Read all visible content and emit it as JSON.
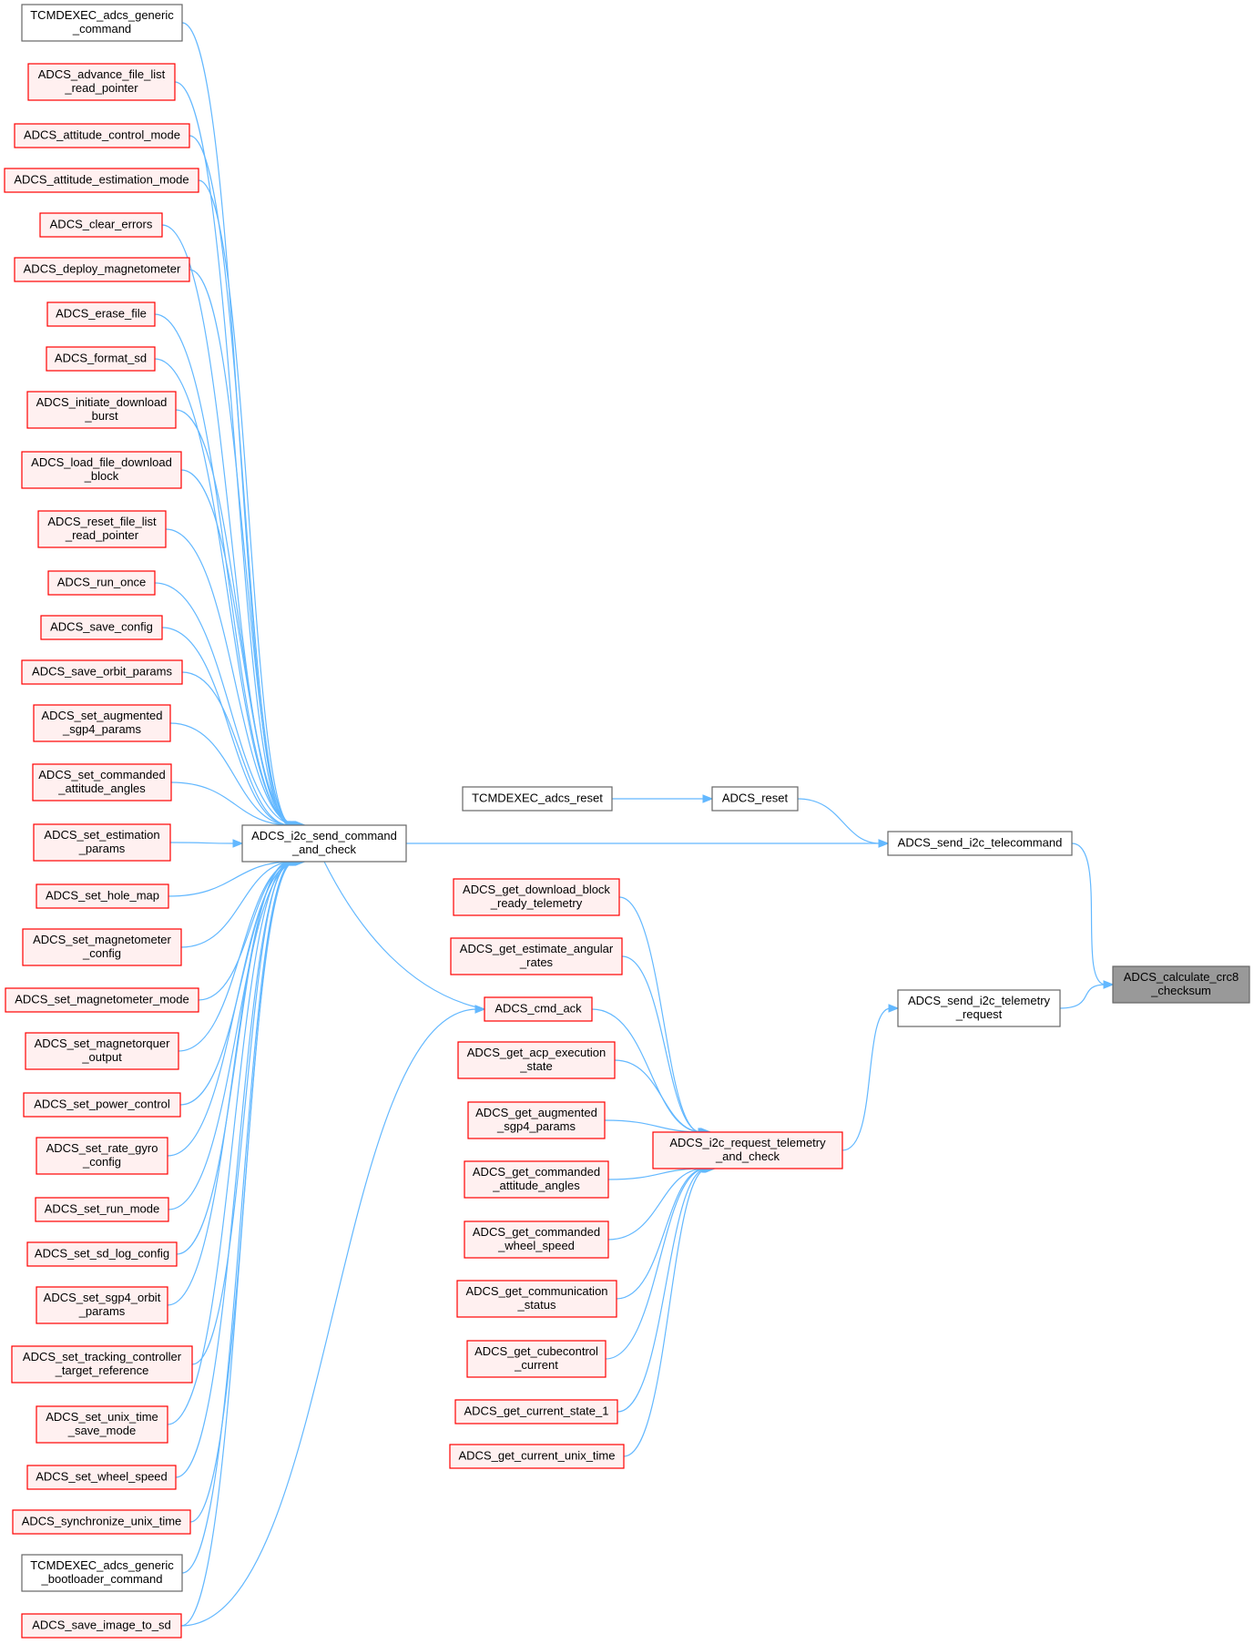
{
  "colors": {
    "edge": "#63b8ff",
    "node_red_border": "#ff0000",
    "node_red_fill": "#fff0f0",
    "node_plain_border": "#666666",
    "node_plain_fill": "#ffffff",
    "node_target_fill": "#999999",
    "node_target_border": "#666666"
  },
  "nodes": {
    "tcmdexec_generic": {
      "lines": [
        "TCMDEXEC_adcs_generic",
        "_command"
      ],
      "style": "plain"
    },
    "advance_file_list": {
      "lines": [
        "ADCS_advance_file_list",
        "_read_pointer"
      ],
      "style": "red"
    },
    "attitude_control_mode": {
      "lines": [
        "ADCS_attitude_control_mode"
      ],
      "style": "red"
    },
    "attitude_estimation_mode": {
      "lines": [
        "ADCS_attitude_estimation_mode"
      ],
      "style": "red"
    },
    "clear_errors": {
      "lines": [
        "ADCS_clear_errors"
      ],
      "style": "red"
    },
    "deploy_magnetometer": {
      "lines": [
        "ADCS_deploy_magnetometer"
      ],
      "style": "red"
    },
    "erase_file": {
      "lines": [
        "ADCS_erase_file"
      ],
      "style": "red"
    },
    "format_sd": {
      "lines": [
        "ADCS_format_sd"
      ],
      "style": "red"
    },
    "initiate_download": {
      "lines": [
        "ADCS_initiate_download",
        "_burst"
      ],
      "style": "red"
    },
    "load_file_download": {
      "lines": [
        "ADCS_load_file_download",
        "_block"
      ],
      "style": "red"
    },
    "reset_file_list": {
      "lines": [
        "ADCS_reset_file_list",
        "_read_pointer"
      ],
      "style": "red"
    },
    "run_once": {
      "lines": [
        "ADCS_run_once"
      ],
      "style": "red"
    },
    "save_config": {
      "lines": [
        "ADCS_save_config"
      ],
      "style": "red"
    },
    "save_orbit_params": {
      "lines": [
        "ADCS_save_orbit_params"
      ],
      "style": "red"
    },
    "set_augmented": {
      "lines": [
        "ADCS_set_augmented",
        "_sgp4_params"
      ],
      "style": "red"
    },
    "set_commanded": {
      "lines": [
        "ADCS_set_commanded",
        "_attitude_angles"
      ],
      "style": "red"
    },
    "set_estimation": {
      "lines": [
        "ADCS_set_estimation",
        "_params"
      ],
      "style": "red"
    },
    "set_hole_map": {
      "lines": [
        "ADCS_set_hole_map"
      ],
      "style": "red"
    },
    "set_magnetometer_config": {
      "lines": [
        "ADCS_set_magnetometer",
        "_config"
      ],
      "style": "red"
    },
    "set_magnetometer_mode": {
      "lines": [
        "ADCS_set_magnetometer_mode"
      ],
      "style": "red"
    },
    "set_magnetorquer": {
      "lines": [
        "ADCS_set_magnetorquer",
        "_output"
      ],
      "style": "red"
    },
    "set_power_control": {
      "lines": [
        "ADCS_set_power_control"
      ],
      "style": "red"
    },
    "set_rate_gyro": {
      "lines": [
        "ADCS_set_rate_gyro",
        "_config"
      ],
      "style": "red"
    },
    "set_run_mode": {
      "lines": [
        "ADCS_set_run_mode"
      ],
      "style": "red"
    },
    "set_sd_log": {
      "lines": [
        "ADCS_set_sd_log_config"
      ],
      "style": "red"
    },
    "set_sgp4_orbit": {
      "lines": [
        "ADCS_set_sgp4_orbit",
        "_params"
      ],
      "style": "red"
    },
    "set_tracking": {
      "lines": [
        "ADCS_set_tracking_controller",
        "_target_reference"
      ],
      "style": "red"
    },
    "set_unix_time": {
      "lines": [
        "ADCS_set_unix_time",
        "_save_mode"
      ],
      "style": "red"
    },
    "set_wheel_speed": {
      "lines": [
        "ADCS_set_wheel_speed"
      ],
      "style": "red"
    },
    "synchronize_unix": {
      "lines": [
        "ADCS_synchronize_unix_time"
      ],
      "style": "red"
    },
    "tcmdexec_bootloader": {
      "lines": [
        "TCMDEXEC_adcs_generic",
        "_bootloader_command"
      ],
      "style": "plain"
    },
    "save_image": {
      "lines": [
        "ADCS_save_image_to_sd"
      ],
      "style": "red"
    },
    "i2c_send": {
      "lines": [
        "ADCS_i2c_send_command",
        "_and_check"
      ],
      "style": "plain"
    },
    "tcmdexec_reset": {
      "lines": [
        "TCMDEXEC_adcs_reset"
      ],
      "style": "plain"
    },
    "adcs_reset": {
      "lines": [
        "ADCS_reset"
      ],
      "style": "plain"
    },
    "send_telecommand": {
      "lines": [
        "ADCS_send_i2c_telecommand"
      ],
      "style": "plain"
    },
    "get_download_block": {
      "lines": [
        "ADCS_get_download_block",
        "_ready_telemetry"
      ],
      "style": "red"
    },
    "get_estimate_angular": {
      "lines": [
        "ADCS_get_estimate_angular",
        "_rates"
      ],
      "style": "red"
    },
    "cmd_ack": {
      "lines": [
        "ADCS_cmd_ack"
      ],
      "style": "red"
    },
    "get_acp_execution": {
      "lines": [
        "ADCS_get_acp_execution",
        "_state"
      ],
      "style": "red"
    },
    "get_augmented": {
      "lines": [
        "ADCS_get_augmented",
        "_sgp4_params"
      ],
      "style": "red"
    },
    "get_commanded_attitude": {
      "lines": [
        "ADCS_get_commanded",
        "_attitude_angles"
      ],
      "style": "red"
    },
    "get_commanded_wheel": {
      "lines": [
        "ADCS_get_commanded",
        "_wheel_speed"
      ],
      "style": "red"
    },
    "get_communication": {
      "lines": [
        "ADCS_get_communication",
        "_status"
      ],
      "style": "red"
    },
    "get_cubecontrol": {
      "lines": [
        "ADCS_get_cubecontrol",
        "_current"
      ],
      "style": "red"
    },
    "get_current_state": {
      "lines": [
        "ADCS_get_current_state_1"
      ],
      "style": "red"
    },
    "get_current_unix": {
      "lines": [
        "ADCS_get_current_unix_time"
      ],
      "style": "red"
    },
    "i2c_request": {
      "lines": [
        "ADCS_i2c_request_telemetry",
        "_and_check"
      ],
      "style": "red"
    },
    "send_telemetry_request": {
      "lines": [
        "ADCS_send_i2c_telemetry",
        "_request"
      ],
      "style": "plain"
    },
    "calculate_crc8": {
      "lines": [
        "ADCS_calculate_crc8",
        "_checksum"
      ],
      "style": "target"
    }
  },
  "edges": [
    [
      "tcmdexec_generic",
      "i2c_send"
    ],
    [
      "advance_file_list",
      "i2c_send"
    ],
    [
      "attitude_control_mode",
      "i2c_send"
    ],
    [
      "attitude_estimation_mode",
      "i2c_send"
    ],
    [
      "clear_errors",
      "i2c_send"
    ],
    [
      "deploy_magnetometer",
      "i2c_send"
    ],
    [
      "erase_file",
      "i2c_send"
    ],
    [
      "format_sd",
      "i2c_send"
    ],
    [
      "initiate_download",
      "i2c_send"
    ],
    [
      "load_file_download",
      "i2c_send"
    ],
    [
      "reset_file_list",
      "i2c_send"
    ],
    [
      "run_once",
      "i2c_send"
    ],
    [
      "save_config",
      "i2c_send"
    ],
    [
      "save_orbit_params",
      "i2c_send"
    ],
    [
      "set_augmented",
      "i2c_send"
    ],
    [
      "set_commanded",
      "i2c_send"
    ],
    [
      "set_estimation",
      "i2c_send"
    ],
    [
      "set_hole_map",
      "i2c_send"
    ],
    [
      "set_magnetometer_config",
      "i2c_send"
    ],
    [
      "set_magnetometer_mode",
      "i2c_send"
    ],
    [
      "set_magnetorquer",
      "i2c_send"
    ],
    [
      "set_power_control",
      "i2c_send"
    ],
    [
      "set_rate_gyro",
      "i2c_send"
    ],
    [
      "set_run_mode",
      "i2c_send"
    ],
    [
      "set_sd_log",
      "i2c_send"
    ],
    [
      "set_sgp4_orbit",
      "i2c_send"
    ],
    [
      "set_tracking",
      "i2c_send"
    ],
    [
      "set_unix_time",
      "i2c_send"
    ],
    [
      "set_wheel_speed",
      "i2c_send"
    ],
    [
      "synchronize_unix",
      "i2c_send"
    ],
    [
      "tcmdexec_bootloader",
      "i2c_send"
    ],
    [
      "save_image",
      "i2c_send"
    ],
    [
      "i2c_send",
      "cmd_ack"
    ],
    [
      "save_image",
      "cmd_ack"
    ],
    [
      "tcmdexec_reset",
      "adcs_reset"
    ],
    [
      "adcs_reset",
      "send_telecommand"
    ],
    [
      "i2c_send",
      "send_telecommand"
    ],
    [
      "send_telecommand",
      "calculate_crc8"
    ],
    [
      "get_download_block",
      "i2c_request"
    ],
    [
      "get_estimate_angular",
      "i2c_request"
    ],
    [
      "cmd_ack",
      "i2c_request"
    ],
    [
      "get_acp_execution",
      "i2c_request"
    ],
    [
      "get_augmented",
      "i2c_request"
    ],
    [
      "get_commanded_attitude",
      "i2c_request"
    ],
    [
      "get_commanded_wheel",
      "i2c_request"
    ],
    [
      "get_communication",
      "i2c_request"
    ],
    [
      "get_cubecontrol",
      "i2c_request"
    ],
    [
      "get_current_state",
      "i2c_request"
    ],
    [
      "get_current_unix",
      "i2c_request"
    ],
    [
      "i2c_request",
      "send_telemetry_request"
    ],
    [
      "send_telemetry_request",
      "calculate_crc8"
    ]
  ]
}
